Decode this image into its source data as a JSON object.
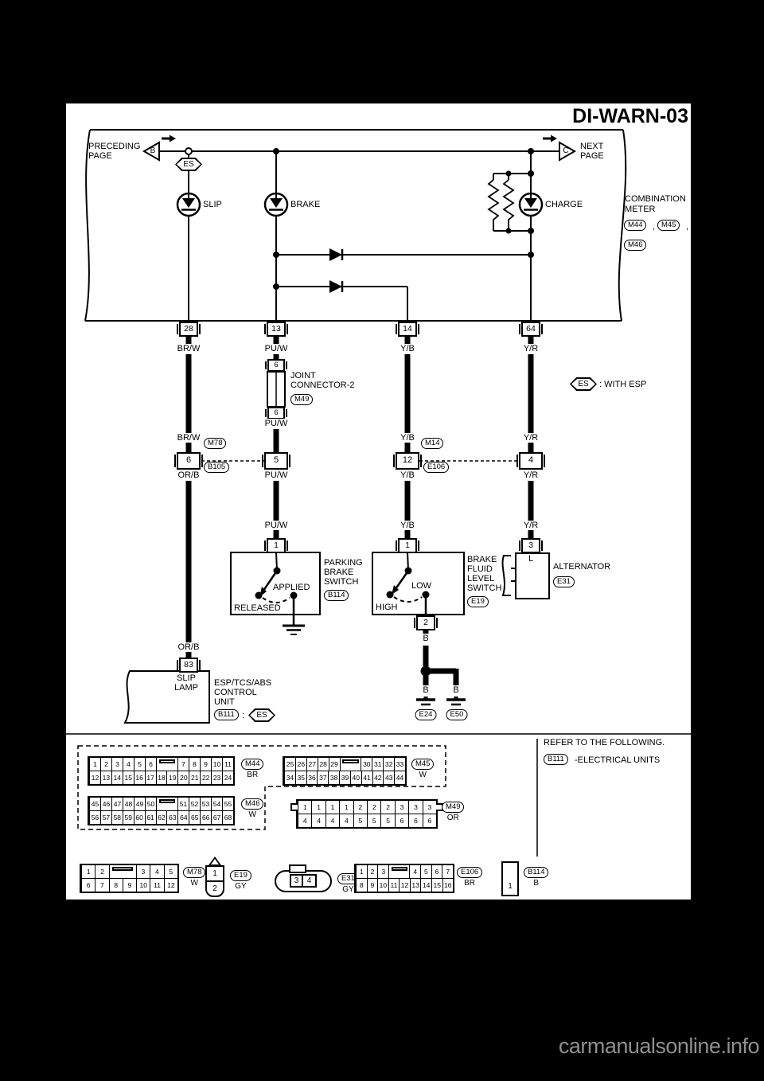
{
  "title": "DI-WARN-03",
  "watermark": "carmanualsonline.info",
  "nav": {
    "preceding1": "PRECEDING",
    "preceding2": "PAGE",
    "b": "B",
    "next1": "NEXT",
    "next2": "PAGE",
    "c": "C"
  },
  "es": "ES",
  "es_note": ": WITH ESP",
  "meter": {
    "slip": "SLIP",
    "brake": "BRAKE",
    "charge": "CHARGE",
    "name1": "COMBINATION",
    "name2": "METER",
    "m44": "M44",
    "m45": "M45",
    "m46": "M46",
    "comma": ",",
    "pin28": "28",
    "pin13": "13",
    "pin14": "14",
    "pin64": "64"
  },
  "wires": {
    "brw": "BR/W",
    "puw": "PU/W",
    "yb": "Y/B",
    "yr": "Y/R",
    "orb": "OR/B",
    "b": "B"
  },
  "joint": {
    "label1": "JOINT",
    "label2": "CONNECTOR-2",
    "id": "M49",
    "pin": "6"
  },
  "inline1": {
    "pin_left": "6",
    "pin_right": "5",
    "id_top": "M78",
    "id_bottom": "B105"
  },
  "inline2": {
    "pin_left": "12",
    "pin_right": "4",
    "id_top": "M14",
    "id_bottom": "E106"
  },
  "parking": {
    "pin": "1",
    "name1": "PARKING",
    "name2": "BRAKE",
    "name3": "SWITCH",
    "id": "B114",
    "applied": "APPLIED",
    "released": "RELEASED"
  },
  "fluid": {
    "pin_top": "1",
    "pin_bottom": "2",
    "name1": "BRAKE",
    "name2": "FLUID",
    "name3": "LEVEL",
    "name4": "SWITCH",
    "id": "E19",
    "low": "LOW",
    "high": "HIGH"
  },
  "alternator": {
    "pin": "3",
    "l": "L",
    "name": "ALTERNATOR",
    "id": "E31"
  },
  "control_unit": {
    "pin": "83",
    "lamp1": "SLIP",
    "lamp2": "LAMP",
    "name1": "ESP/TCS/ABS",
    "name2": "CONTROL",
    "name3": "UNIT",
    "id": "B111",
    "colon": ":",
    "es": "ES"
  },
  "grounds": {
    "e24": "E24",
    "e50": "E50"
  },
  "refer": {
    "line1": "REFER TO THE FOLLOWING.",
    "id": "B111",
    "line2": "-ELECTRICAL UNITS"
  },
  "connectors": {
    "m44": {
      "id": "M44",
      "color": "BR",
      "row1": [
        "1",
        "2",
        "3",
        "4",
        "5",
        "6",
        "KEY",
        "7",
        "8",
        "9",
        "10",
        "11"
      ],
      "row2": [
        "12",
        "13",
        "14",
        "15",
        "16",
        "17",
        "18",
        "19",
        "20",
        "21",
        "22",
        "23",
        "24"
      ]
    },
    "m45": {
      "id": "M45",
      "color": "W",
      "row1": [
        "25",
        "26",
        "27",
        "28",
        "29",
        "KEY",
        "30",
        "31",
        "32",
        "33"
      ],
      "row2": [
        "34",
        "35",
        "36",
        "37",
        "38",
        "39",
        "40",
        "41",
        "42",
        "43",
        "44"
      ]
    },
    "m46": {
      "id": "M46",
      "color": "W",
      "row1": [
        "45",
        "46",
        "47",
        "48",
        "49",
        "50",
        "KEY",
        "51",
        "52",
        "53",
        "54",
        "55"
      ],
      "row2": [
        "56",
        "57",
        "58",
        "59",
        "60",
        "61",
        "62",
        "63",
        "64",
        "65",
        "66",
        "67",
        "68"
      ]
    },
    "m49": {
      "id": "M49",
      "color": "OR",
      "row1": [
        "1",
        "1",
        "1",
        "1",
        "2",
        "2",
        "2",
        "3",
        "3",
        "3"
      ],
      "row2": [
        "4",
        "4",
        "4",
        "4",
        "5",
        "5",
        "5",
        "6",
        "6",
        "6"
      ]
    },
    "m78": {
      "id": "M78",
      "color": "W",
      "row1": [
        "1",
        "2",
        "KEY",
        "3",
        "4",
        "5"
      ],
      "row2": [
        "6",
        "7",
        "8",
        "9",
        "10",
        "11",
        "12"
      ]
    },
    "e19": {
      "id": "E19",
      "color": "GY",
      "cells": [
        "1",
        "2"
      ]
    },
    "e31": {
      "id": "E31",
      "color": "GY",
      "cells": [
        "3",
        "4"
      ]
    },
    "e106": {
      "id": "E106",
      "color": "BR",
      "row1": [
        "1",
        "2",
        "3",
        "KEY",
        "4",
        "5",
        "6",
        "7"
      ],
      "row2": [
        "8",
        "9",
        "10",
        "11",
        "12",
        "13",
        "14",
        "15",
        "16"
      ]
    },
    "b114": {
      "id": "B114",
      "color": "B",
      "cells": [
        "",
        "1"
      ]
    }
  }
}
